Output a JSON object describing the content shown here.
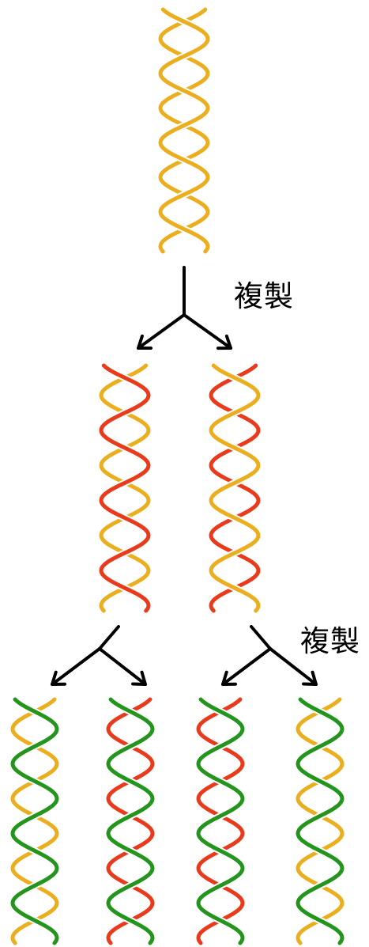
{
  "labels": {
    "replication_1": "複製",
    "replication_2": "複製"
  },
  "colors": {
    "parent_strand": "#eaae1e",
    "first_copy_strand": "#ea3a1c",
    "second_copy_strand": "#24951c",
    "arrow": "#000000",
    "background": "#ffffff"
  },
  "generations": [
    {
      "name": "parent",
      "helices": [
        {
          "strands": [
            "parent_strand",
            "parent_strand"
          ]
        }
      ]
    },
    {
      "name": "first-generation",
      "helices": [
        {
          "strands": [
            "parent_strand",
            "first_copy_strand"
          ]
        },
        {
          "strands": [
            "first_copy_strand",
            "parent_strand"
          ]
        }
      ]
    },
    {
      "name": "second-generation",
      "helices": [
        {
          "strands": [
            "parent_strand",
            "second_copy_strand"
          ]
        },
        {
          "strands": [
            "first_copy_strand",
            "second_copy_strand"
          ]
        },
        {
          "strands": [
            "first_copy_strand",
            "second_copy_strand"
          ]
        },
        {
          "strands": [
            "parent_strand",
            "second_copy_strand"
          ]
        }
      ]
    }
  ]
}
